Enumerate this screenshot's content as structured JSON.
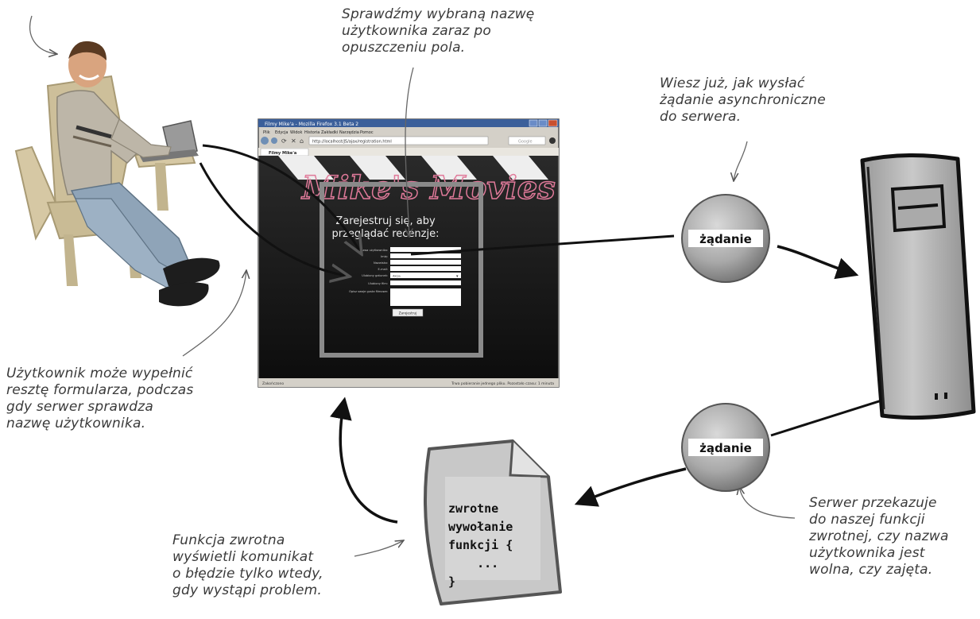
{
  "notes": {
    "top_center": "Sprawdźmy wybraną nazwę\nużytkownika zaraz po\nopuszczeniu pola.",
    "top_right": "Wiesz już, jak wysłać\nżądanie asynchroniczne\ndo serwera.",
    "left": "Użytkownik może wypełnić\nresztę formularza, podczas\ngdy serwer sprawdza\nnazwę użytkownika.",
    "bottom_left": "Funkcja zwrotna\nwyświetli komunikat\no błędzie tylko wtedy,\ngdy wystąpi problem.",
    "bottom_right": "Serwer przekazuje\ndo naszej funkcji\nzwrotnej, czy nazwa\nużytkownika jest\nwolna, czy zajęta."
  },
  "request_top": "żądanie",
  "request_bottom": "żądanie",
  "callback_code": [
    "zwrotne",
    "wywołanie",
    "funkcji {",
    "    ...",
    "}"
  ],
  "browser": {
    "title": "Filmy Mike'a - Mozilla Firefox 3.1 Beta 2",
    "menu": [
      "Plik",
      "Edycja",
      "Widok",
      "Historia",
      "Zakładki",
      "Narzędzia",
      "Pomoc"
    ],
    "url": "http://localhost/JS/ajax/registration.html",
    "search_placeholder": "Google",
    "tab": "Filmy Mike'a",
    "logo": "Mike's Movies",
    "heading_line1": "Zarejestruj się, aby",
    "heading_line2": "przeglądać recenzje:",
    "fields": [
      "Nazwa użytkownika:",
      "Imię:",
      "Nazwisko:",
      "E-mail:",
      "Ulubiony gatunek:",
      "Ulubiony film:",
      "Opisz swoje gusta filmowe:"
    ],
    "genre_value": "Akcja",
    "submit": "Zarejestruj",
    "status_left": "Zakończono",
    "status_right": "Trwa pobieranie jednego pliku. Pozostało czasu: 1 minuta"
  }
}
